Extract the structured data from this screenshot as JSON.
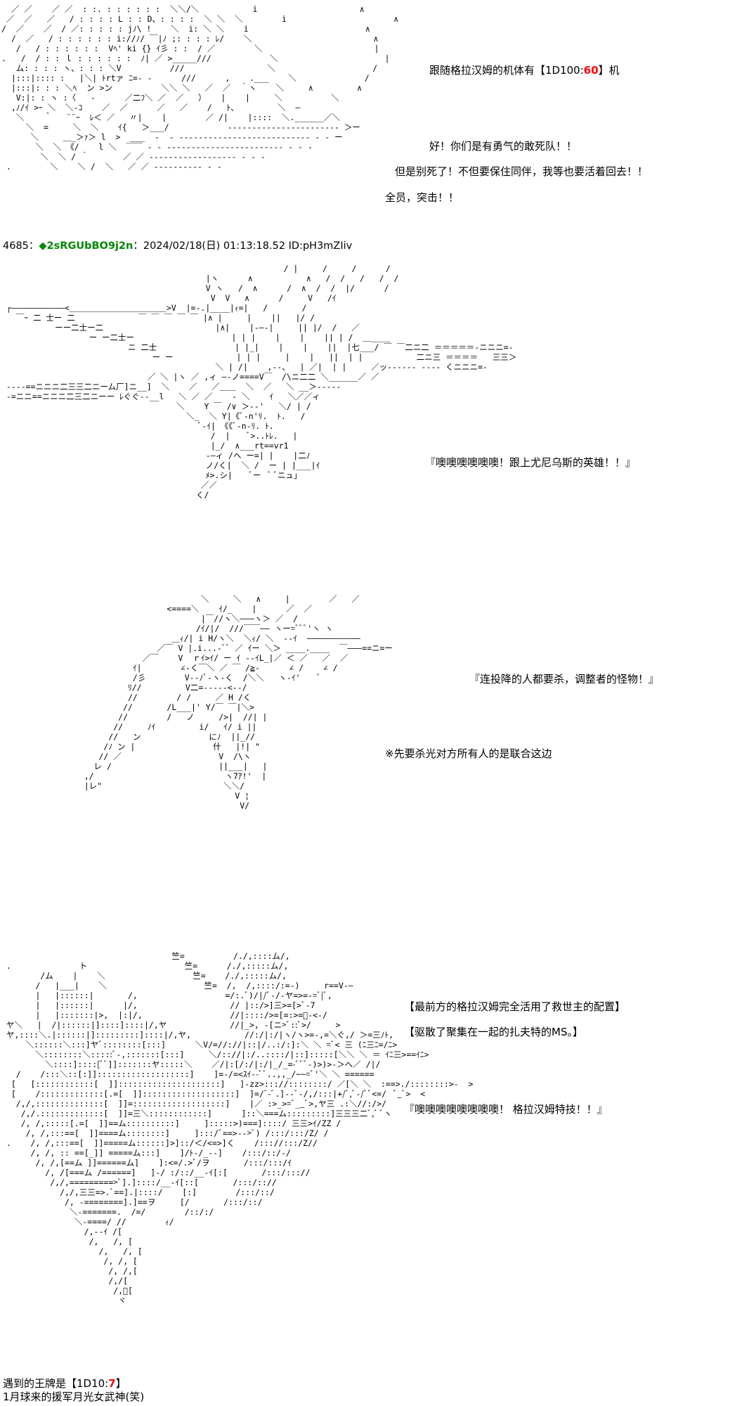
{
  "panel1": {
    "art": "  ／ ／    ／ ／  : :. : : : : : :  ＼＼/＼           i                     ∧\n ／  ／   ／   / : : : : L : : D、: : : :  ＼ ＼  ＼        i                      ∧\n/  ／    ／  / ／: : : : : jﾉ\\ !    ＼  i: ＼ ＼    i                        ∧\n  /  ／   / : : : : : : i://ﾉ/ ￣|ﾉ ;: : : : ﾚ/    ＼                         ∧\n   /   / : : : : : :  Vﾍ' ki {} ｲ彡 : :  / ／        ＼                       |\n.   /  / : : ｌ : : : : : :  ﾉ| ／ >_____///            ＼                      |\n   ム: : : : ヽ、: : : ＼V          ///                 ＼                    /\n  |:::|:::: :   |＼| ﾄrtァ ﾆ=- ‐      ///      ,    .___    ＼              /\n  |:::|: : : ＼ﾍ  ン >ン          ＼＼ ＼   ／  ／  ｀ヽ    ＼     ∧         ∧\n   V:|: : ヽ :〈   -      ／二ﾌ＼ ／  ／   ）   |    |     ＼          ＼\n  ,ﾉ/ｲ >ｰ ＼  ＼-ｺ    ／  ／      ／   ／    /   ﾄ、        ＼  ―\n   ＼    ＾   ¨¨ｰ  ﾚ＜ ／   〃|    |        ／ /|    |::::  ＼.______／＼\n     ＼  =     ＼  ＼    ｲ{   ＞___/            ----------------------- ＞ー\n      ＼     ＿_＞ｧ＞ l  >  ___  -  - ‐-------------------------- - - ー\n       ＼  ＼ 《/    l ＼  ￣￣ - - ‐----------------------- - - -\n        ＼  ＼ / ｀       ／ ／ ------------------ - - -\n .        ＼    ＼ /  ＼   ／ ／ ---------- - -",
    "line1_prefix": "跟随格拉汉姆的机体有【1D100:",
    "line1_dice": "60",
    "line1_suffix": "】机",
    "line2": "好！你们是有勇气的敢死队！！",
    "line3": "但是别死了！不但要保住同伴，我等也要活着回去！！",
    "line4": "全员，突击！！"
  },
  "post_meta": {
    "number": "4685",
    "separator": "：",
    "trip": "◆2sRGUbBO9j2n",
    "info": "：2024/02/18(日) 01:13:18.52 ID:pH3mZIiv"
  },
  "panel2": {
    "art": "                                                          / |     /     /      /\n                                          |ヽ      ∧           ∧   /  /   /   /  /\n                                          V ヽ   /  ∧      /  ∧  /  /  |/      /\n                                           V  V   ∧      /     V   /ｲ\n ┌―――――――――――<＿＿＿＿＿＿＿＿＿＿＿＿>V  |=-.|____|ｨ=|   /       /\n   ￣ｰ 二 士ー 二             ￣ ￣ ￣ ￣ ￣ |∧ |     |    ||   |/ /\n           ーー二士ー二                       |∧|    |-―-|     || |/  /   ／\n                  ー ー二士ー                    | | |    |    |    || | /  ＿____\n                          ニ 二士                | |_|    |    |    ||  |七___/ ￣ ￣二ニ二 ＝＝＝＝＝-ニニニ=-\n                               ー ー             | | |     |    |   ||  | |           二ニ三 ＝＝＝＝   三三＞\n                                            ＼ | /|    ,--、  | ／|  | |     ／ッ------ ---- くニニニ=-\n                              ／ ＼ |ヽ ／ ,ィ ―-ノ====V￣  /\\ニ二二 ＼______／ ／\n ‐‐--==ニニニ二三三二ニーム厂]ニ__]  ＼    ／   ／＿＿  ＼  ／   ＼ __＞-----\n -=ニニ==ニニニ二三二ニーー ﾚぐぐ‐-__l   ＼ ／ ／    ‐ ＼    ｲ   ＼／／ィ\n                                    ＼    Y ￣ /∨ ＞-‐'   ＼/ | /\n                                      ＼_  ＼ Y|《ﾞ-n'ﾘ.  ﾄ.   /\n                                         ﾞ-ｲ| 《《ﾞ-n-ﾘ. ﾄ.\n                                           /  |    ﾞ>..ﾄﾚ.   |\n                                           |_/  ∧___rt==vr1\n                                          -―ィ /ヘ ー=| |    |二ﾉ\n                                          ノ/く|  ＼ /  ー | |___|ｲ\n                                          ﾒ>.シ|    ﾞー  ﾞ ﾞニュ」\n                                         ／／\n                                        く/",
    "quote": "『噢噢噢噢噢噢！跟上尤尼乌斯的英雄！！』"
  },
  "panel3": {
    "art": "                                         ＼     ＼   ∧     |        ／   ／\n                                  <====＼    ｲ/_    |      ／  ／\n                                         |￣//ヽ＼―――ヽ＞ ／  /\n                                        /ｲ/|/  ///￣￣―― ヽー=ﾞﾞﾞ'ヽ ヽ\n                                   ＿ｨ/| i H/ヽ＼  ＼ｨ/ ＼  --ｲ  ―――――――――――\n                                ／￣ V |.i...-ﾞﾞ ／ ｲー ＼＞ ____.____  ￣―――==ニ=ー\n                             ／￣    V  ｒｲ>ｲ/ ー ｲ ‐-ｲL_|／ ＜ ／   ／  ／\n                           ｲ|        ∠-く￣＼ ／ ￣ /≧-      ∠ /    ∠ /\n                           /彡        V--ﾉﾞ‐ヽ-く  /＼＼   ヽ-ｲ'    ﾞ\n                          ﾘ//         V二=----‐<--/\n                          //        / /     ／ H /く\n                         //       /L___|' Y/￣ ￣|＼>\n                        //        /   ノ     />|  //| |\n                       //     ﾉｲ         i/   ｲ/ i ||\n                      //   ン              にﾉ  ||_//\n                     /ﾉ ン |                什   |!| \"\n                    // ／                    V  /\\ヽ \n                   レ /                      ||___|   |\n                 ,/                           ヽ7ｱ!'  |\n                 |レ\"                         ＼＼/\n                                                V ¦\n                                                 V/",
    "quote": "『连投降的人都要杀，调整者的怪物！』",
    "note": "※先要杀光对方所有人的是联合这边"
  },
  "panel4": {
    "art": "                                   竺=          /./,::::ム/,\n .              ト                    竺=      /./,:::::ム/,\n        /ム    |    ＼                  竺=    /./,:::::ム/,\n       /   |___|    ＼                    竺=  /,  /,::::/:=-)     r==V-―\n       |   |::::::|       /,                  =/:.ﾞ)/|/ﾞ-/-ヤ=>=-=ﾞ|ﾞ,\n       |   |::::::|      |/,                   // |::/>]三>=[>ﾞ-7\n       |   |:::::::|>,  |:|/,                  //|::::/>=[=:>=ﾞ-<-/\n ヤ＼   |  /|::::::|]::::]::::|/,ヤ             //|_>, -[ニ>ﾞ::ﾞ>/     >\n ヤ,::::＼.|::::::|]:::::::::]::::|/,ヤ,           //:/|:/|ヽ/ヽ>=-,=＼ぐ,/ ＞=三ﾉﾄ,\n     ＼::::::＼:::]ヤﾞ::::::::[:::]      ＼V/=//://|::|/..:/:]:＼ ＼ =ﾞ< 三 (ﾆ三ﾆ=/ﾆ>\n       ＼::::::::＼:::::ﾞ-,:::::::[:::]     ＼/:://|:/..::::/|::]:::::[＼＼ ＼ ＝ ｲﾆ三>==ｲﾆ>\n         ＼::::]::::[ﾞﾞ]]:::::::ヤ:::::＼    ／/|:[/:/|:/|_/_=-ﾞﾞﾞ-)>)>-＞へ／ /|/\n   /    /:::＼::[:]]:::::::::::::::::::]    ]=-/=<ｽｲ--ﾞﾞ..,,_/~~=ﾞ'＼ ＼ ======\n  [   [::::::::::::[  ]]:::::::::::::::::::::]   ]-zz>::://::::::::/ ／[＼ ＼  :==>./::::::::>-  >\n  [    /:::::::::::::[.=[  ]]:::::::::::::::::::]  ]=/ﾞ-ﾞ.]--ﾞ-/,/:::|+/ﾞ,ﾞ-/ﾞﾞ<=/  ﾞ_ﾞ>  <\n   /,/,::::::::::::::[  ]]=:::::::::::::::::::]    |／ :>_>=ﾞ__ﾞ>,ヤ三 .:＼//:/>/\n    /,/.:::::::::::::[  ]]=三＼::::::::::::]      ]::＼===ム:::::::::]三三三二ﾞ,ﾞ ﾞヽ\n    /, /,:::::[.=[  ]]==ム::::::::::]     ]:::::>)===]::::/ 三三>ｲ/ZZ /\n     /, /,:::==[  ]]====ム::::::::]     ]:::/ﾞ==>-->ﾞ) /:::/:::/Z/ /\n .    /, /,:::==[  ]]=====ム::::::]>]::/＜/<=>]く    /::://:::/Z//\n      /, /, :: ==[_]] =====ム:::]    ]/ﾄ-/_--]    /:::/::/-/\n       /, /,[==ム ]]======ム]    ]:<=/.>ﾞ/ヲ       /:::/:::/ｲ\n         /, /[===ム /======]   ]-/ :/::/__-ｲ[:[       /:::/::://\n          /,/,=========>ﾞ].]::::/__-ｲ[::[       /:::/:://\n            /,/,三三=>.ﾞ==].|::::/    [:]        /:::/::/\n             /, -========].]==ヲ     [/       /:::/::/\n              ＼-=======.  /=/        /::/:/\n               ＼-====/ //        ｨ/\n                 /,--ｲ /[\n                  /,   /, [\n                    /,   /, [\n                     /, /, [\n                      /, /,[\n                      /,/[\n                       /,ﾞ[\n                        ヾ",
    "line1": "【最前方的格拉汉姆完全活用了救世主的配置】",
    "line2": "【驱散了聚集在一起的扎夫特的MS。】",
    "line3": "『噢噢噢噢噢噢噢噢！ 格拉汉姆特技！！』"
  },
  "footer": {
    "line1_prefix": "遇到的王牌是【1D10:",
    "line1_dice": "7",
    "line1_suffix": "】",
    "line2": "1月球来的援军月光女武神(笑)"
  }
}
